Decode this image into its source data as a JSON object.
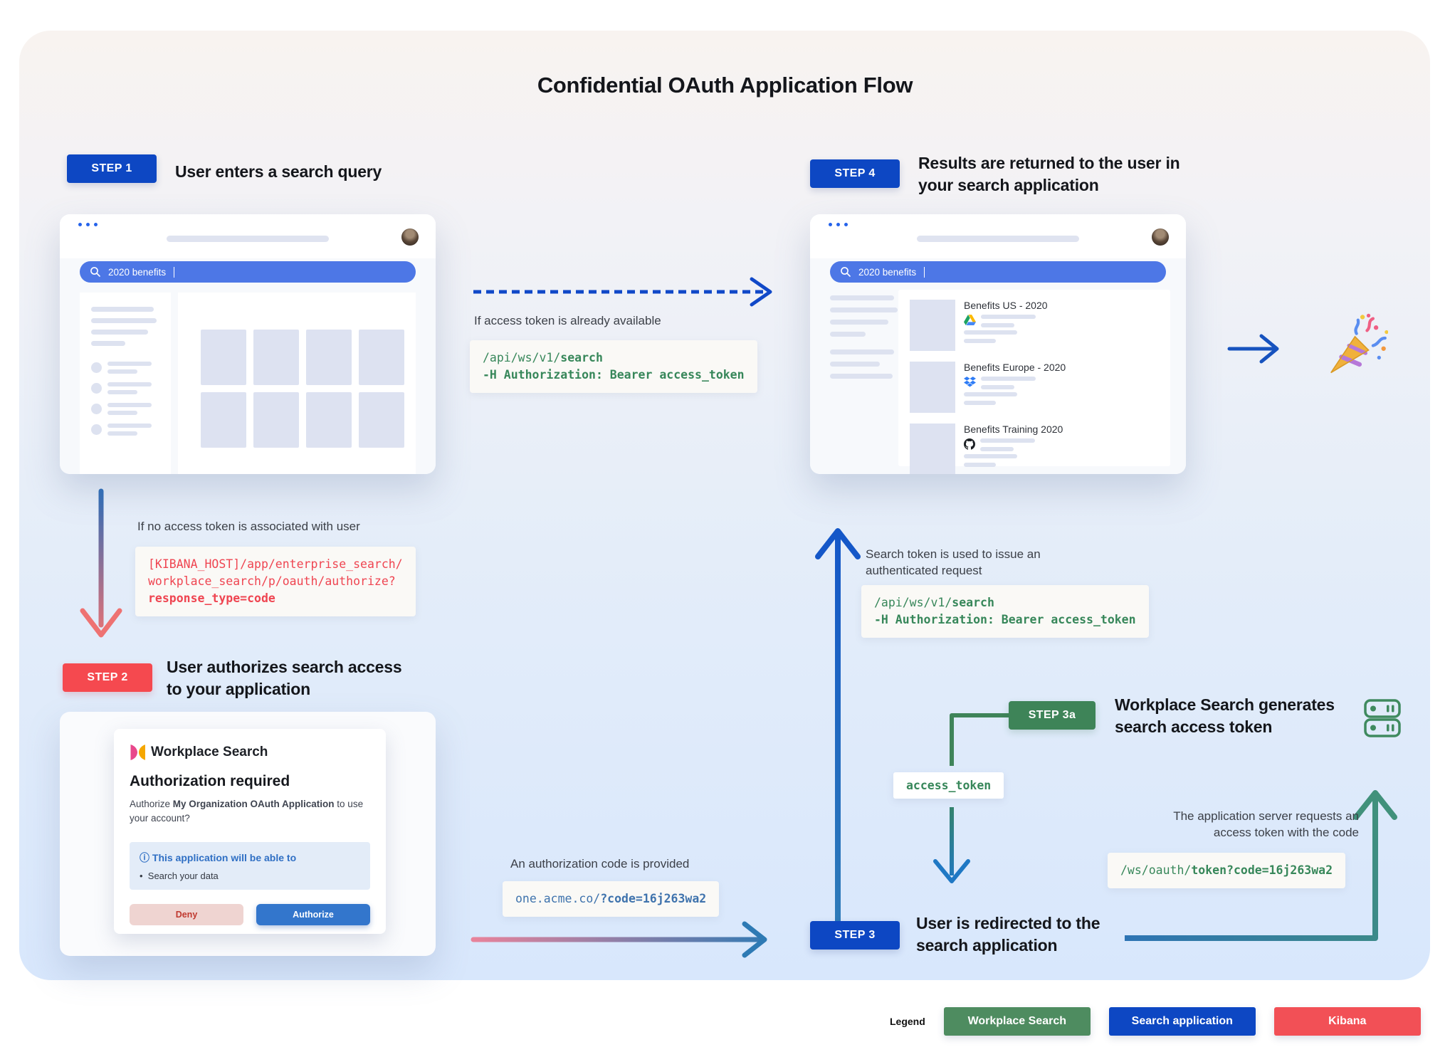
{
  "title": "Confidential OAuth Application Flow",
  "steps": {
    "step1": {
      "badge": "STEP 1",
      "heading": "User enters a search query"
    },
    "step2": {
      "badge": "STEP 2",
      "heading": "User authorizes search access to your application"
    },
    "step3": {
      "badge": "STEP 3",
      "heading": "User is redirected to the search application"
    },
    "step3a": {
      "badge": "STEP 3a",
      "heading": "Workplace Search generates search access token"
    },
    "step4": {
      "badge": "STEP 4",
      "heading": "Results are returned to the user in your search application"
    }
  },
  "browser1": {
    "search_query": "2020 benefits"
  },
  "browser2": {
    "search_query": "2020 benefits",
    "results": [
      {
        "title": "Benefits US - 2020",
        "source_icon": "google-drive-icon"
      },
      {
        "title": "Benefits Europe - 2020",
        "source_icon": "dropbox-icon"
      },
      {
        "title": "Benefits Training 2020",
        "source_icon": "github-icon"
      }
    ]
  },
  "annotations": {
    "token_available": "If access token is already available",
    "no_token": "If no access token is associated with user",
    "search_token_used": "Search token is used to issue an authenticated request",
    "auth_code_provided": "An authorization code is provided",
    "app_server_requests": "The application server requests an access token with the code"
  },
  "code": {
    "search_api": {
      "pre": "/api/ws/v1/",
      "bold": "search",
      "line2": "-H Authorization: Bearer access_token"
    },
    "authorize_url": {
      "line1": "[KIBANA_HOST]/app/enterprise_search/",
      "line2": "workplace_search/p/oauth/authorize?",
      "bold": "response_type=code"
    },
    "redirect_url": {
      "pre": "one.acme.co/",
      "bold": "?code=16j263wa2"
    },
    "token_url": {
      "pre": "/ws/oauth/",
      "bold": "token?code=16j263wa2"
    },
    "access_token_label": "access_token"
  },
  "auth_card": {
    "app_name": "Workplace Search",
    "heading": "Authorization required",
    "body_pre": "Authorize ",
    "body_bold": "My Organization OAuth Application",
    "body_post": " to use your account?",
    "scope_icon": "info-icon",
    "scope_title": "This application will be able to",
    "scope_item": "Search your data",
    "deny_label": "Deny",
    "authorize_label": "Authorize"
  },
  "legend": {
    "label": "Legend",
    "items": [
      {
        "label": "Workplace Search",
        "color": "#4e8c60"
      },
      {
        "label": "Search application",
        "color": "#0d47c3"
      },
      {
        "label": "Kibana",
        "color": "#f25056"
      }
    ]
  },
  "colors": {
    "badge_blue": "#0d47c3",
    "badge_red": "#f5494f",
    "badge_green": "#3e8458",
    "code_green": "#37875a",
    "code_red": "#ef4551",
    "code_blue": "#3f73ad",
    "search_bar_blue": "#4d77e6",
    "arrow_dashed_blue": "#1048c8",
    "arrow_pink": "#ee7272",
    "arrow_teal": "#41917b"
  }
}
